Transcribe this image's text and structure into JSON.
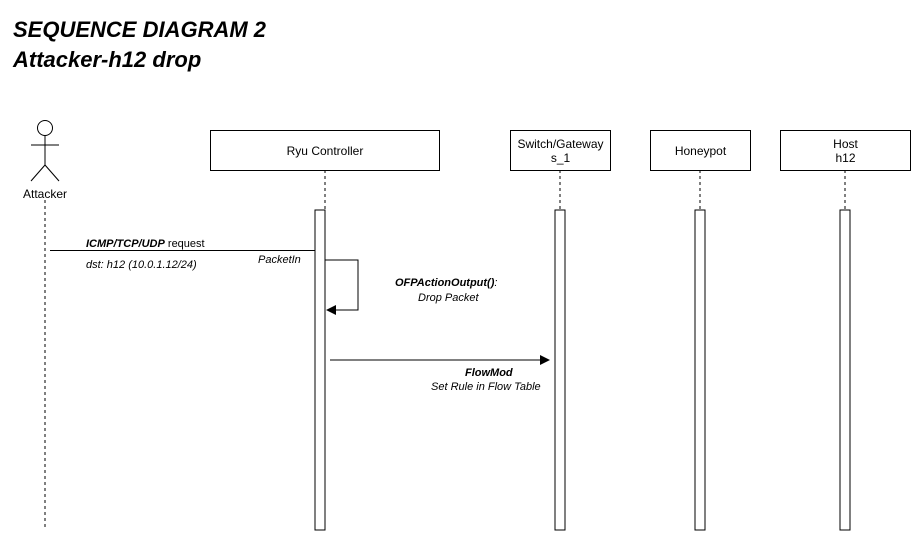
{
  "title": {
    "line1": "SEQUENCE DIAGRAM 2",
    "line2": "Attacker-h12 drop"
  },
  "actor": {
    "label": "Attacker"
  },
  "participants": {
    "ryu": {
      "label": "Ryu Controller"
    },
    "switch": {
      "line1": "Switch/Gateway",
      "line2": "s_1"
    },
    "honeypot": {
      "label": "Honeypot"
    },
    "host": {
      "line1": "Host",
      "line2": "h12"
    }
  },
  "messages": {
    "request": {
      "bold_part": "ICMP/TCP/UDP",
      "rest": " request",
      "dst": "dst: h12 (10.0.1.12/24)",
      "packetin": "PacketIn"
    },
    "self": {
      "bold_part": "OFPActionOutput()",
      "rest": ":",
      "line2": "Drop Packet"
    },
    "flowmod": {
      "bold_part": "FlowMod",
      "line2": "Set Rule in Flow Table"
    }
  }
}
